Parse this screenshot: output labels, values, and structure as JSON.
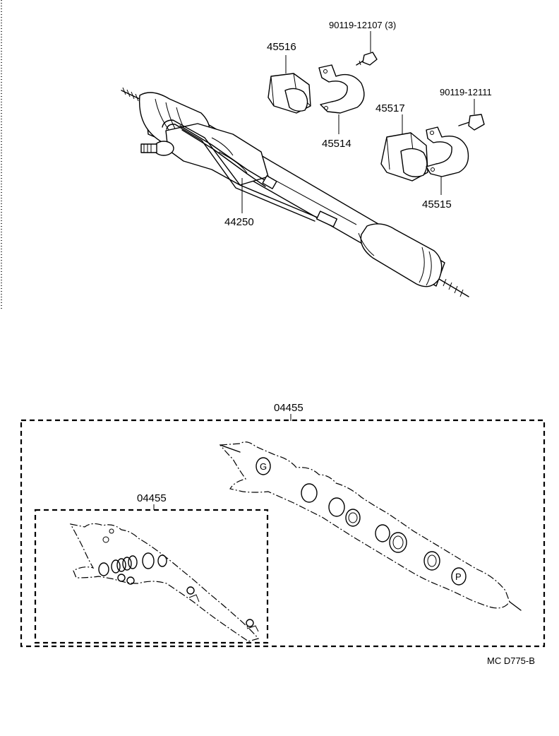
{
  "labels": {
    "bolt_a": "90119-12107 (3)",
    "bracket_cushion_lh": "45516",
    "bracket_lh": "45514",
    "bolt_b": "90119-12111",
    "bracket_cushion_rh": "45517",
    "bracket_rh": "45515",
    "gear_assy": "44250",
    "gasket_kit_outer": "04455",
    "gasket_kit_inner": "04455",
    "drawing_code": "MC  D775-B"
  }
}
